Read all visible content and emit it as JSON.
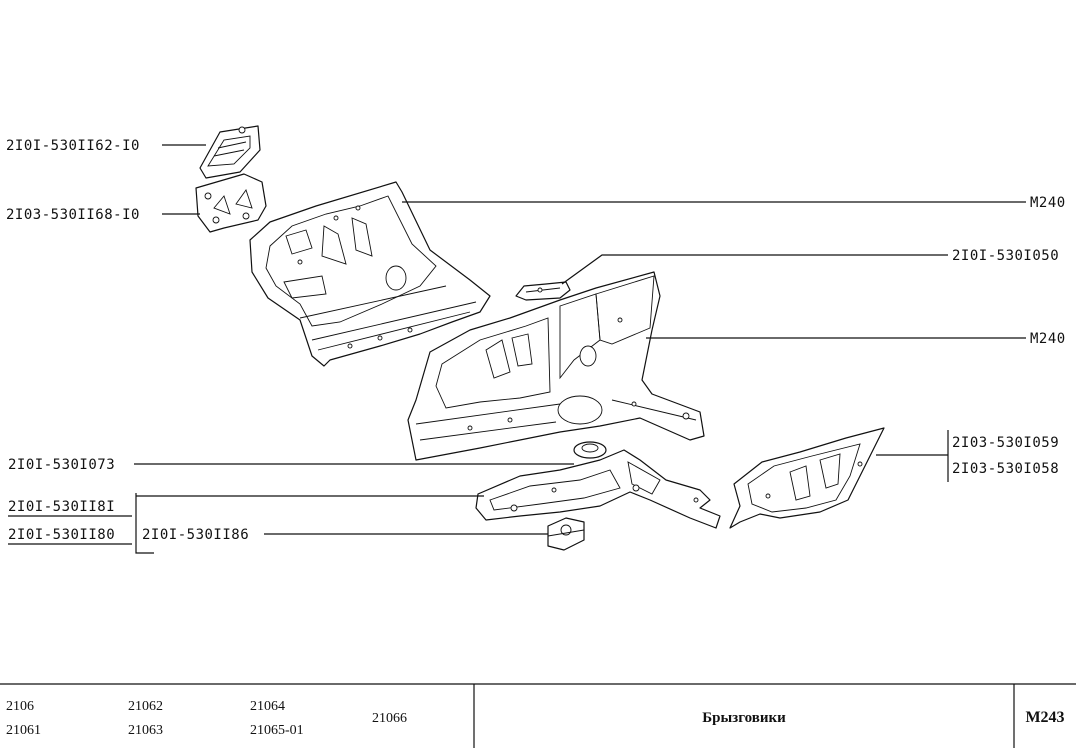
{
  "labels": {
    "l1": "2I0I-530II62-I0",
    "l2": "2I03-530II68-I0",
    "l3": "M240",
    "l4": "2I0I-530I050",
    "l5": "M240",
    "l6": "2I0I-530I073",
    "l7": "2I03-530I059",
    "l8": "2I03-530I058",
    "l9": "2I0I-530II8I",
    "l10": "2I0I-530II80",
    "l11": "2I0I-530II86"
  },
  "footer": {
    "models": [
      "2106",
      "21061",
      "21062",
      "21063",
      "21064",
      "21065-01",
      "21066"
    ],
    "title": "Брызговики",
    "code": "M243"
  }
}
